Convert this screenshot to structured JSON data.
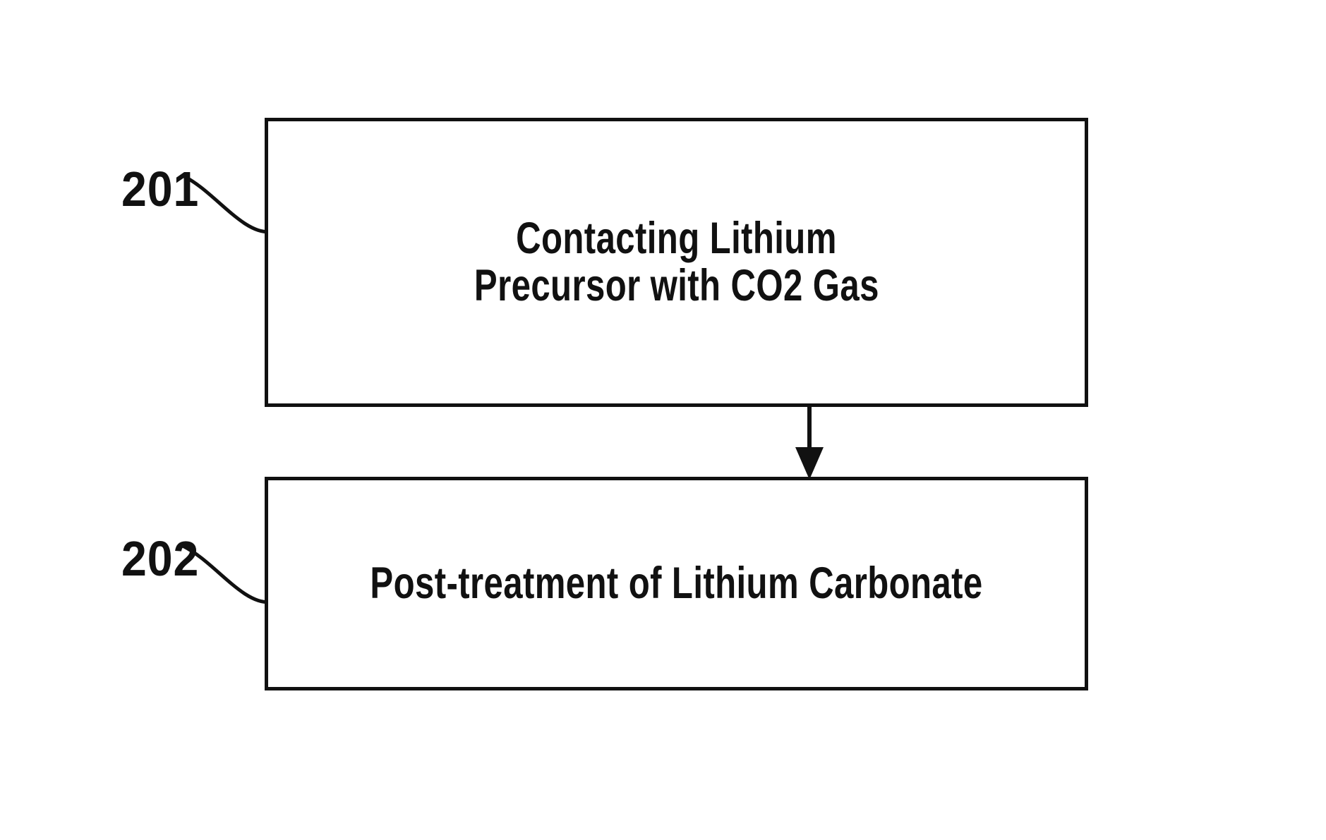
{
  "figure": {
    "type": "process-flow-diagram",
    "background_color": "#ffffff",
    "line_color": "#111111",
    "steps": [
      {
        "ref": "201",
        "ref_label": "201",
        "lines": [
          "Contacting Lithium",
          "Precursor with CO2 Gas"
        ],
        "full_text": "Contacting Lithium Precursor with CO2 Gas"
      },
      {
        "ref": "202",
        "ref_label": "202",
        "lines": [
          "Post-treatment of Lithium Carbonate"
        ],
        "full_text": "Post-treatment of Lithium Carbonate"
      }
    ],
    "connector": {
      "from": "201",
      "to": "202",
      "style": "solid-arrow-down"
    }
  }
}
